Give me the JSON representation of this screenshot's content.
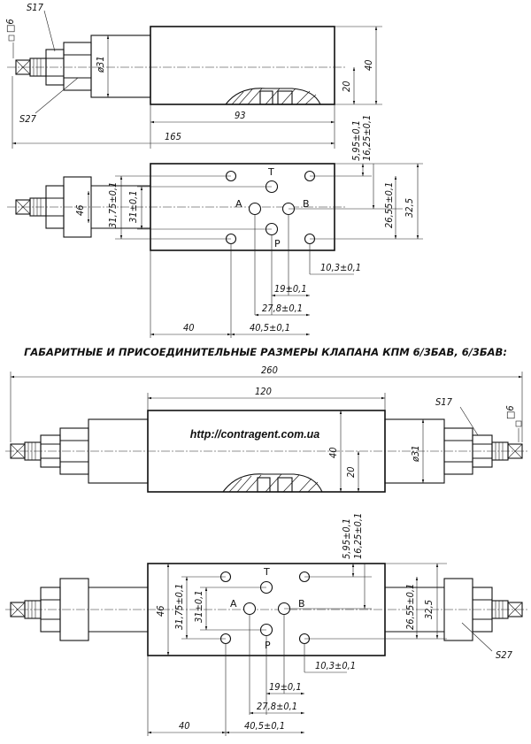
{
  "title": "ГАБАРИТНЫЕ И ПРИСОЕДИНИТЕЛЬНЫЕ РАЗМЕРЫ КЛАПАНА КПМ 6/3БАВ, 6/3БАВ:",
  "url": "http://contragent.com.ua",
  "ports": {
    "t": "T",
    "a": "A",
    "b": "B",
    "p": "P"
  },
  "top_side": {
    "s17": "S17",
    "sq6": "□6",
    "s27": "S27",
    "d31": "ø31",
    "d40": "40",
    "d20": "20",
    "d93": "93",
    "d165": "165"
  },
  "top_face": {
    "d595": "5,95±0,1",
    "d1625": "16,25±0,1",
    "d2655": "26,55±0,1",
    "d325": "32,5",
    "d3175": "31,75±0,1",
    "d31": "31±0,1",
    "d46": "46",
    "d103": "10,3±0,1",
    "d19": "19±0,1",
    "d278": "27,8±0,1",
    "d405": "40,5±0,1",
    "d40": "40"
  },
  "bot_side": {
    "d260": "260",
    "d120": "120",
    "s17": "S17",
    "sq6": "□6",
    "d40": "40",
    "d20": "20",
    "d31": "ø31"
  },
  "bot_face": {
    "d595": "5,95±0,1",
    "d1625": "16,25±0,1",
    "d46": "46",
    "d3175": "31,75±0,1",
    "d31": "31±0,1",
    "d2655": "26,55±0,1",
    "d325": "32,5",
    "s27": "S27",
    "d103": "10,3±0,1",
    "d19": "19±0,1",
    "d278": "27,8±0,1",
    "d405": "40,5±0,1",
    "d40": "40"
  }
}
